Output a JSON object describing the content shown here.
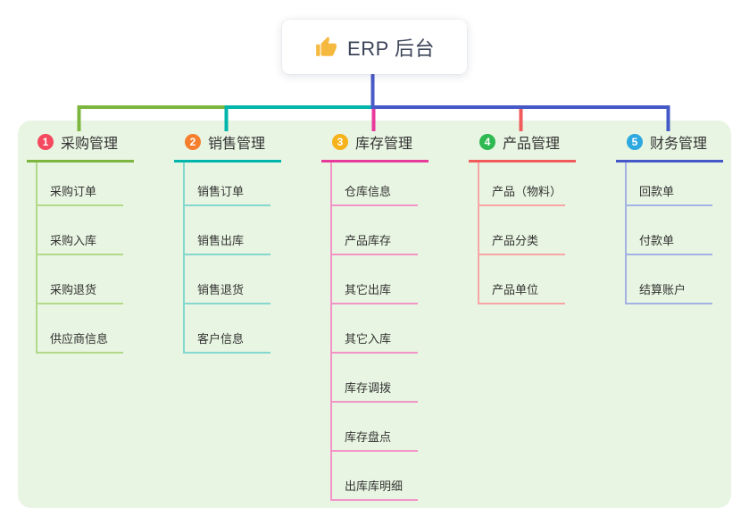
{
  "root": {
    "label": "ERP 后台",
    "icon": "thumbs-up-icon",
    "icon_color": "#f5b940",
    "connector_color": "#4a5bc8"
  },
  "panel": {
    "background": "#e8f5e2"
  },
  "branches": [
    {
      "num": "1",
      "label": "采购管理",
      "badge_color": "#f5495f",
      "line_color": "#7cb63f",
      "item_line_color": "#b2d98a",
      "items": [
        "采购订单",
        "采购入库",
        "采购退货",
        "供应商信息"
      ]
    },
    {
      "num": "2",
      "label": "销售管理",
      "badge_color": "#f57f2d",
      "line_color": "#00b5ab",
      "item_line_color": "#84d8d0",
      "items": [
        "销售订单",
        "销售出库",
        "销售退货",
        "客户信息"
      ]
    },
    {
      "num": "3",
      "label": "库存管理",
      "badge_color": "#f6b21b",
      "line_color": "#e83a9c",
      "item_line_color": "#f394c7",
      "items": [
        "仓库信息",
        "产品库存",
        "其它出库",
        "其它入库",
        "库存调拨",
        "库存盘点",
        "出库库明细"
      ]
    },
    {
      "num": "4",
      "label": "产品管理",
      "badge_color": "#2fb951",
      "line_color": "#f15b5b",
      "item_line_color": "#f8a5a5",
      "items": [
        "产品（物料）",
        "产品分类",
        "产品单位"
      ]
    },
    {
      "num": "5",
      "label": "财务管理",
      "badge_color": "#2ea9e0",
      "line_color": "#4459c7",
      "item_line_color": "#a2b2e4",
      "items": [
        "回款单",
        "付款单",
        "结算账户"
      ]
    }
  ]
}
